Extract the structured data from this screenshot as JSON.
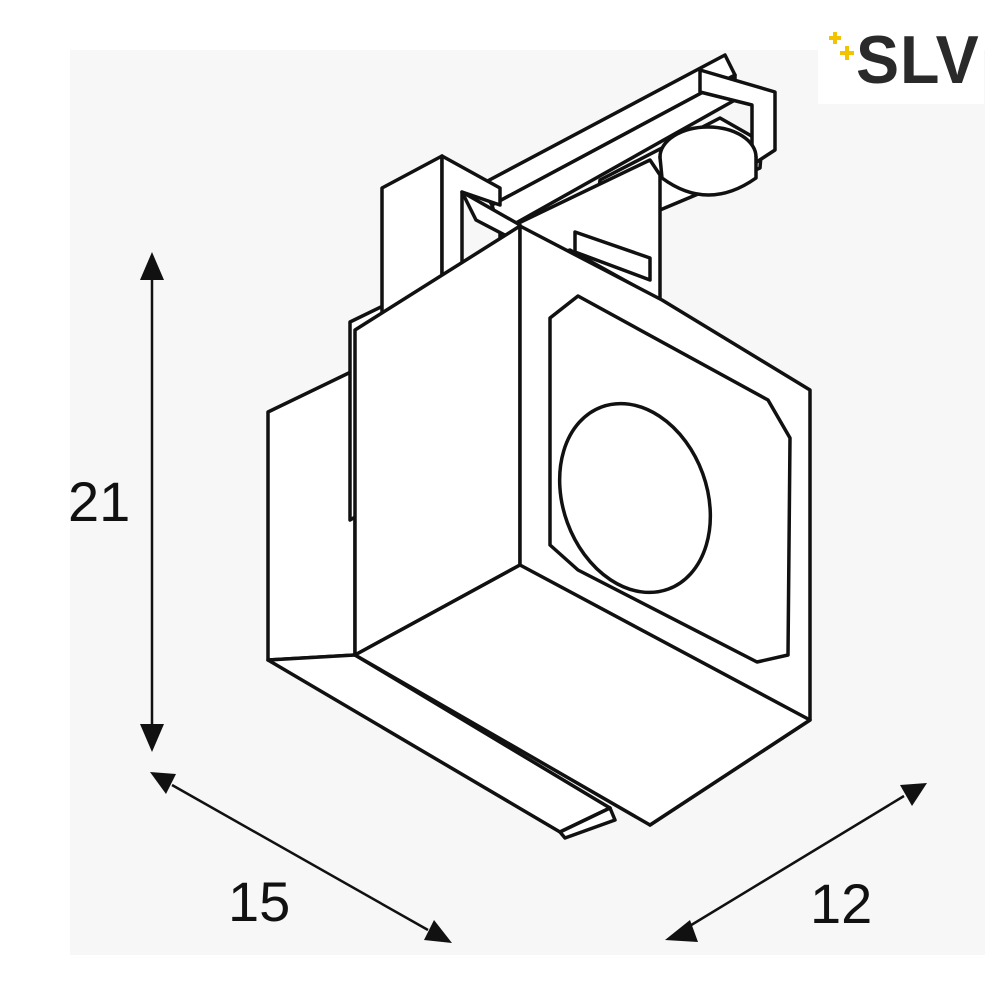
{
  "logo": {
    "text": "SLV",
    "star_color": "#f2c300",
    "text_color": "#2a2a2a"
  },
  "dimensions": {
    "height": "21",
    "width": "15",
    "depth": "12"
  },
  "colors": {
    "background_panel": "#f7f7f7",
    "line": "#111111"
  }
}
